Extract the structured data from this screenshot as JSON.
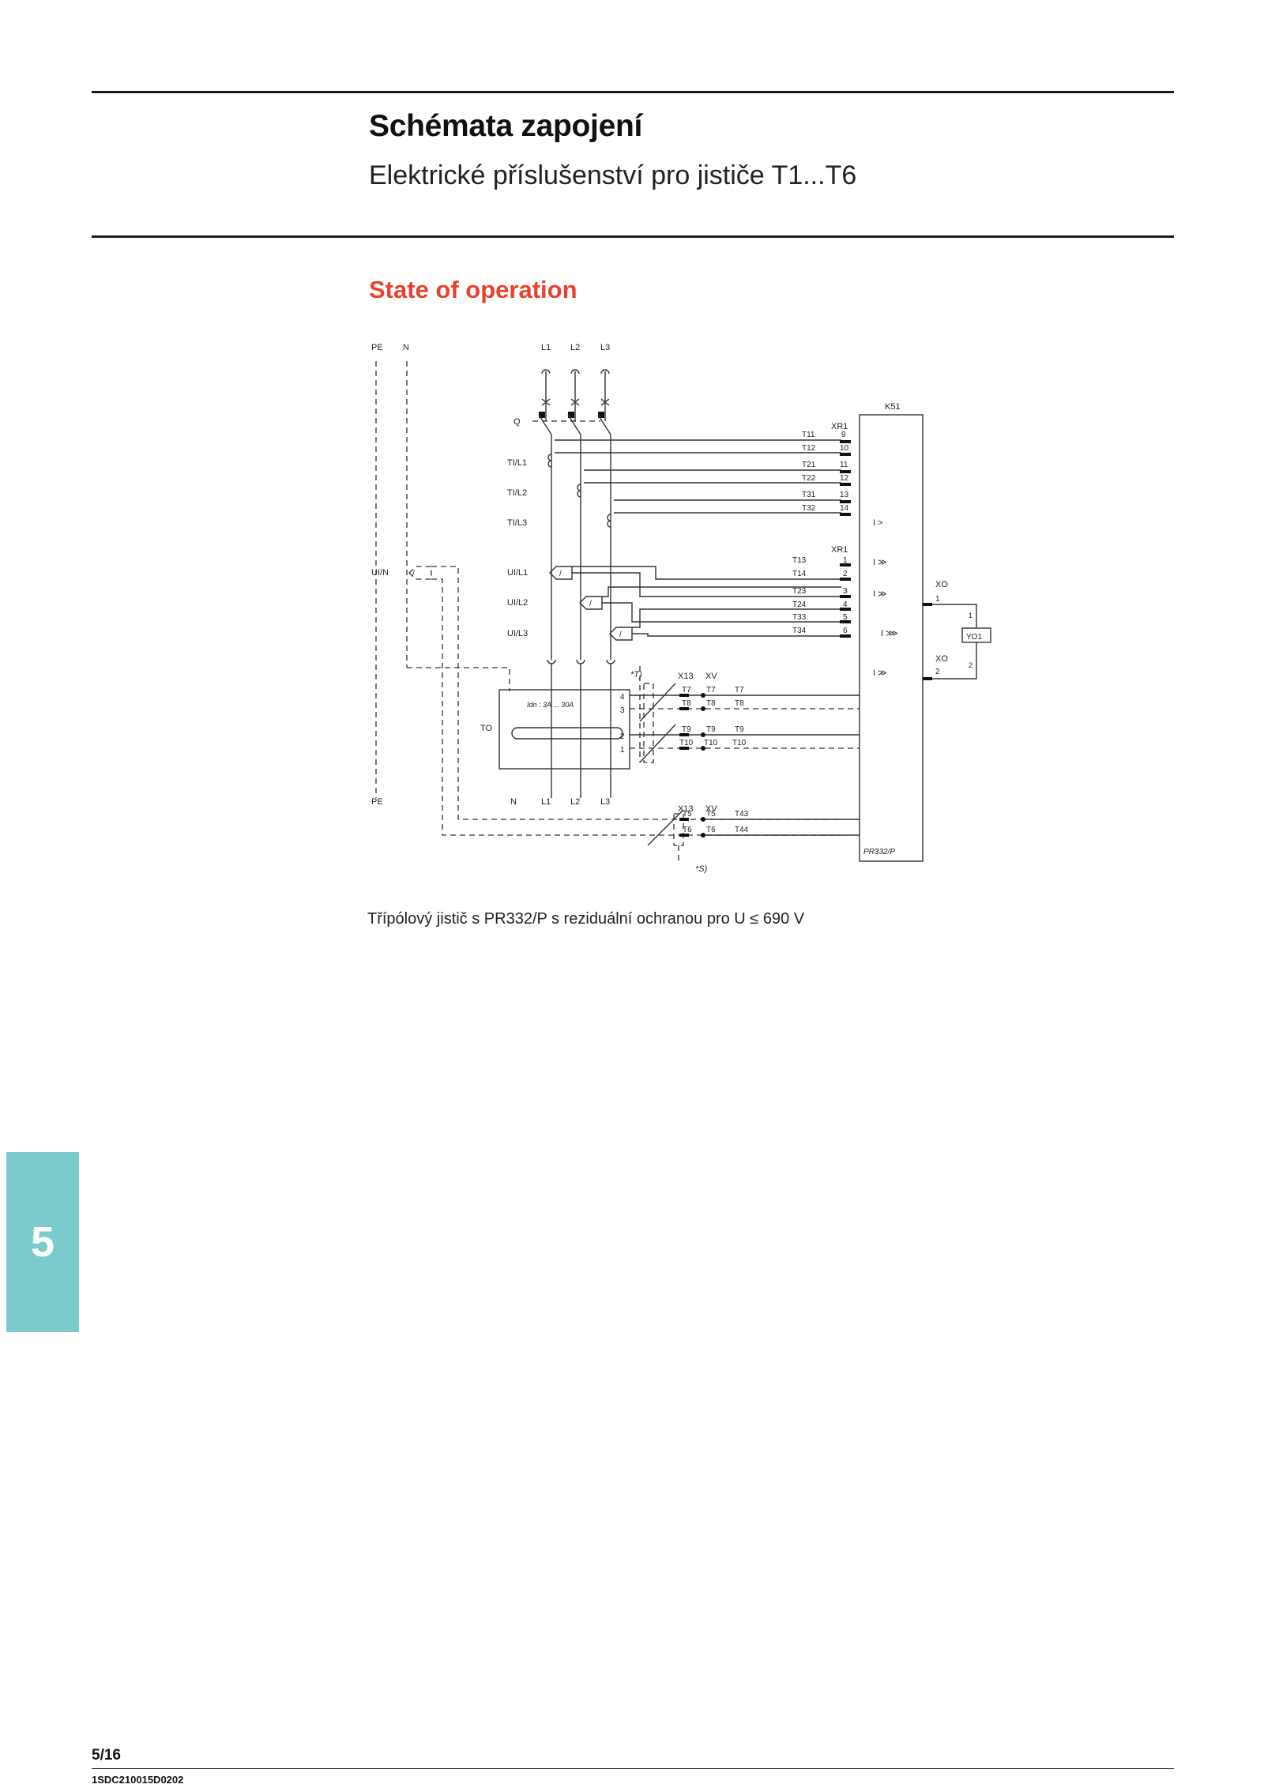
{
  "header": {
    "title": "Schémata zapojení",
    "subtitle": "Elektrické příslušenství pro jističe T1...T6"
  },
  "section": {
    "heading": "State of operation"
  },
  "diagram": {
    "labels": {
      "pe_top": "PE",
      "n_top": "N",
      "l1": "L1",
      "l2": "L2",
      "l3": "L3",
      "q": "Q",
      "k51": "K51",
      "xr1": "XR1",
      "xr1b": "XR1",
      "ti_l1": "TI/L1",
      "ti_l2": "TI/L2",
      "ti_l3": "TI/L3",
      "ui_n": "UI/N",
      "ui_l1": "UI/L1",
      "ui_l2": "UI/L2",
      "ui_l3": "UI/L3",
      "slash": "/",
      "to": "TO",
      "idn": "Idn : 3A ... 30A",
      "x13": "X13",
      "xv": "XV",
      "x13b": "X13",
      "xvb": "XV",
      "note_t": "*T)",
      "note_s": "*S)",
      "xo": "XO",
      "xo2": "XO",
      "yo1": "YO1",
      "pr332": "PR332/P",
      "pe_bot": "PE",
      "n_bot": "N",
      "l1_bot": "L1",
      "l2_bot": "L2",
      "l3_bot": "L3",
      "func_i": "I >",
      "func_i2": "I ≫",
      "func_i3": "I ≫",
      "func_i4": "I ⋙",
      "func_g": "I ≫"
    },
    "wires_top": [
      {
        "name": "T11",
        "pin": "9"
      },
      {
        "name": "T12",
        "pin": "10"
      },
      {
        "name": "T21",
        "pin": "11"
      },
      {
        "name": "T22",
        "pin": "12"
      },
      {
        "name": "T31",
        "pin": "13"
      },
      {
        "name": "T32",
        "pin": "14"
      }
    ],
    "wires_mid": [
      {
        "name": "T13",
        "pin": "1"
      },
      {
        "name": "T14",
        "pin": "2"
      },
      {
        "name": "T23",
        "pin": "3"
      },
      {
        "name": "T24",
        "pin": "4"
      },
      {
        "name": "T33",
        "pin": "5"
      },
      {
        "name": "T34",
        "pin": "6"
      }
    ],
    "to_pins": [
      "4",
      "3",
      "2",
      "1"
    ],
    "x13_rows": [
      {
        "a": "T7",
        "b": "T7",
        "c": "T7"
      },
      {
        "a": "T8",
        "b": "T8",
        "c": "T8"
      },
      {
        "a": "T9",
        "b": "T9",
        "c": "T9"
      },
      {
        "a": "T10",
        "b": "T10",
        "c": "T10"
      }
    ],
    "x13b_rows": [
      {
        "a": "T5",
        "b": "T5",
        "c": "T43"
      },
      {
        "a": "T6",
        "b": "T6",
        "c": "T44"
      }
    ],
    "xo_pins": {
      "p1": "1",
      "p2": "2",
      "r1": "1",
      "r2": "2"
    }
  },
  "caption": "Třípólový jistič s PR332/P s reziduální ochranou pro U ≤ 690 V",
  "sidebar": {
    "chapter": "5"
  },
  "footer": {
    "page": "5/16",
    "code": "1SDC210015D0202"
  }
}
